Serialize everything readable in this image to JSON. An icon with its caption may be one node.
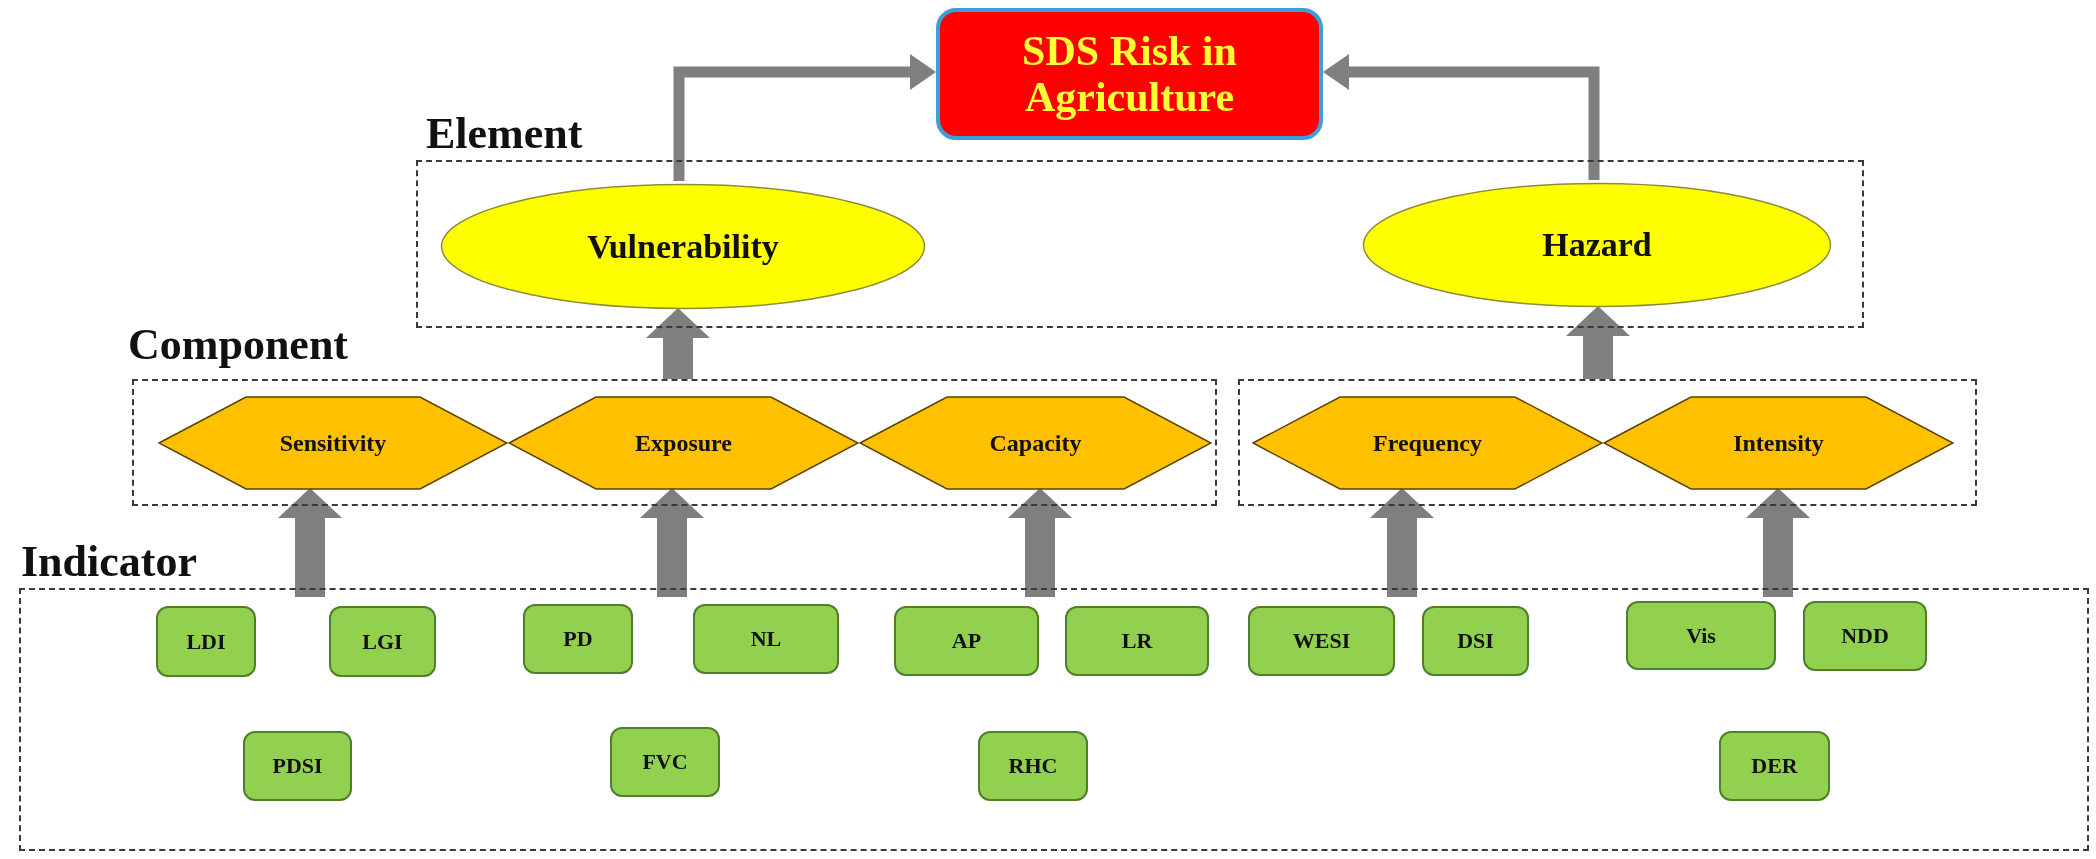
{
  "diagram": {
    "nodes": [
      {
        "text": [
          "SDS Risk in Agriculture"
        ]
      },
      {
        "text": [
          "Element"
        ]
      },
      {
        "text": [
          "Vulnerability"
        ],
        "in": 1
      },
      {
        "text": [
          "Hazard"
        ],
        "in": 1
      },
      {
        "text": [
          "Component"
        ]
      },
      {
        "text": [
          "Sensitivity"
        ],
        "in": 4
      },
      {
        "text": [
          "Exposure"
        ],
        "in": 4
      },
      {
        "text": [
          "Capacity"
        ],
        "in": 4
      },
      {
        "text": [],
        "shape": "box"
      },
      {
        "text": [
          "Frequency"
        ],
        "in": 8
      },
      {
        "text": [
          "Intensity"
        ],
        "in": 8
      },
      {
        "text": [
          "Indicator"
        ]
      },
      {
        "text": [
          "LDI"
        ],
        "in": 11
      },
      {
        "text": [
          "LGI"
        ],
        "in": 11
      },
      {
        "text": [
          "PDSI"
        ],
        "in": 11
      },
      {
        "text": [
          "PD"
        ],
        "in": 11
      },
      {
        "text": [
          "NL"
        ],
        "in": 11
      },
      {
        "text": [
          "FVC"
        ],
        "in": 11
      },
      {
        "text": [
          "AP"
        ],
        "in": 11
      },
      {
        "text": [
          "LR"
        ],
        "in": 11
      },
      {
        "text": [
          "RHC"
        ],
        "in": 11
      },
      {
        "text": [
          "WESI"
        ],
        "in": 11
      },
      {
        "text": [
          "DSI"
        ],
        "in": 11
      },
      {
        "text": [
          "Vis"
        ],
        "in": 11
      },
      {
        "text": [
          "NDD"
        ],
        "in": 11
      },
      {
        "text": [
          "DER"
        ],
        "in": 11
      }
    ],
    "edges": [
      {
        "from": 2,
        "to": 0,
        "arrow": "to"
      },
      {
        "from": 3,
        "to": 0,
        "arrow": "to"
      },
      {
        "from": 4,
        "to": 2,
        "arrow": "to"
      },
      {
        "from": 8,
        "to": 3,
        "arrow": "to"
      },
      {
        "from": 11,
        "to": 5,
        "arrow": "to"
      },
      {
        "from": 11,
        "to": 6,
        "arrow": "to"
      },
      {
        "from": 11,
        "to": 7,
        "arrow": "to"
      },
      {
        "from": 11,
        "to": 9,
        "arrow": "to"
      },
      {
        "from": 11,
        "to": 10,
        "arrow": "to"
      }
    ]
  }
}
